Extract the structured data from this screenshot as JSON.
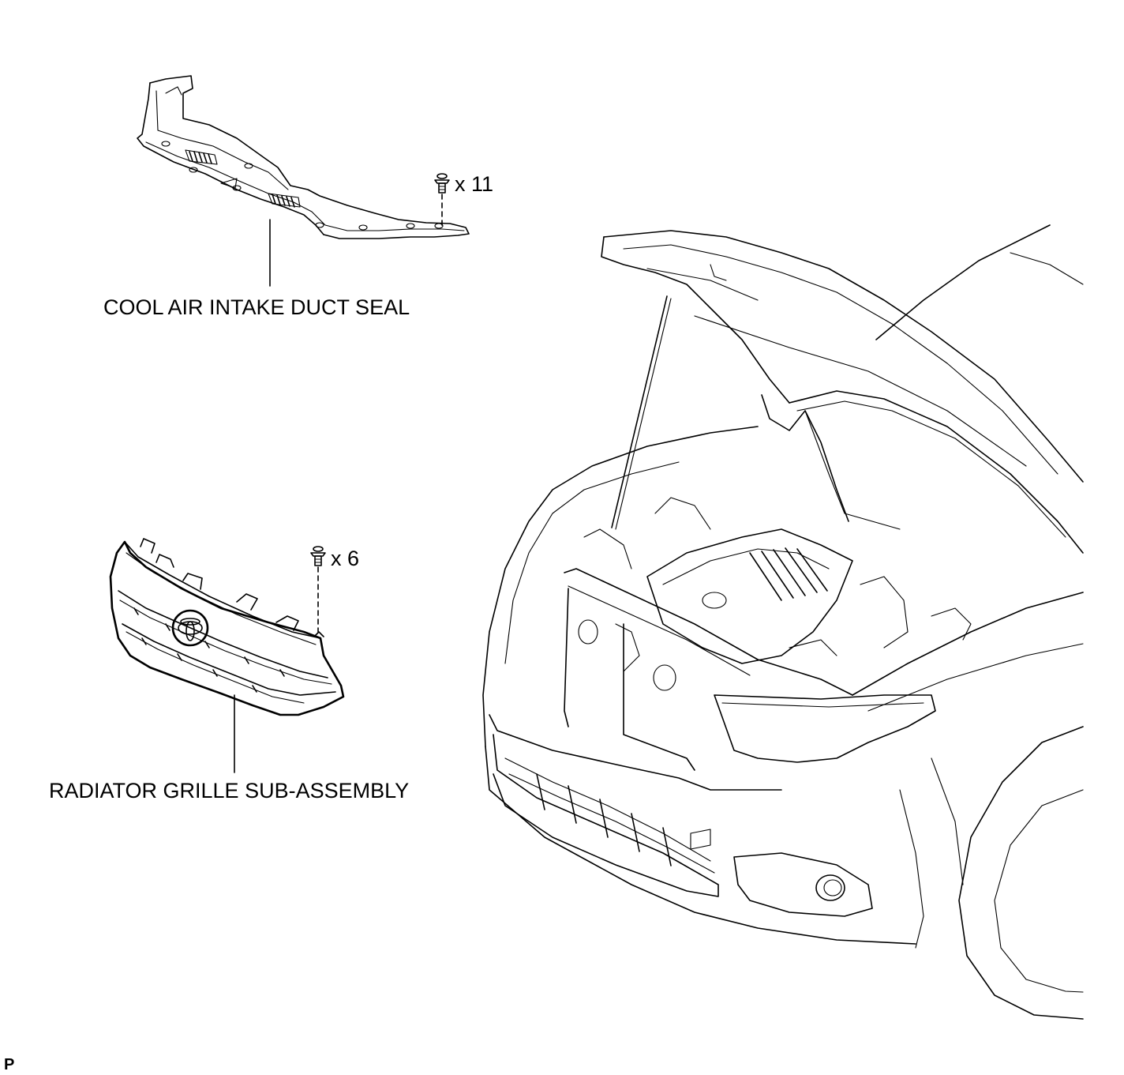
{
  "diagram": {
    "parts": [
      {
        "name": "COOL AIR INTAKE DUCT SEAL",
        "fastener_qty": "x 11"
      },
      {
        "name": "RADIATOR GRILLE SUB-ASSEMBLY",
        "fastener_qty": "x 6"
      }
    ],
    "corner_code": "P",
    "icons": [
      "clip-icon",
      "toyota-emblem-icon"
    ]
  }
}
